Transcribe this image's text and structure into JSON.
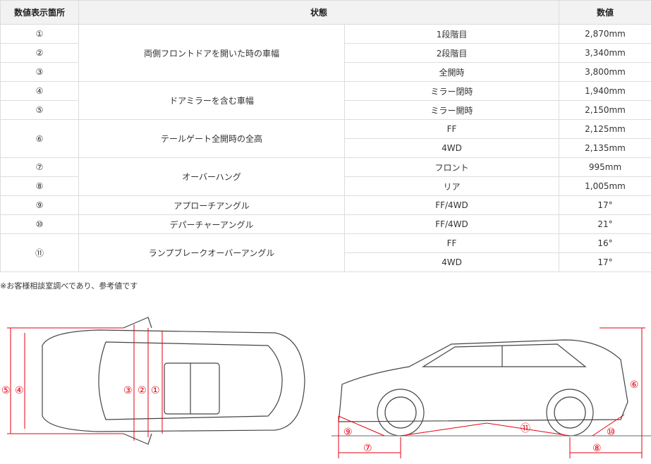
{
  "headers": [
    "数値表示箇所",
    "状態",
    "数値"
  ],
  "rows": [
    {
      "mark": "①",
      "group": "両側フロントドアを開いた時の車幅",
      "cond": "1段階目",
      "value": "2,870mm"
    },
    {
      "mark": "②",
      "cond": "2段階目",
      "value": "3,340mm"
    },
    {
      "mark": "③",
      "cond": "全開時",
      "value": "3,800mm"
    },
    {
      "mark": "④",
      "group": "ドアミラーを含む車幅",
      "cond": "ミラー閉時",
      "value": "1,940mm"
    },
    {
      "mark": "⑤",
      "cond": "ミラー開時",
      "value": "2,150mm"
    },
    {
      "mark": "⑥",
      "group": "テールゲート全開時の全高",
      "cond": "FF",
      "value": "2,125mm"
    },
    {
      "cond": "4WD",
      "value": "2,135mm"
    },
    {
      "mark": "⑦",
      "group": "オーバーハング",
      "cond": "フロント",
      "value": "995mm"
    },
    {
      "mark": "⑧",
      "cond": "リア",
      "value": "1,005mm"
    },
    {
      "mark": "⑨",
      "group": "アプローチアングル",
      "cond": "FF/4WD",
      "value": "17°"
    },
    {
      "mark": "⑩",
      "group": "デパーチャーアングル",
      "cond": "FF/4WD",
      "value": "21°"
    },
    {
      "mark": "⑪",
      "group": "ランプブレークオーバーアングル",
      "cond": "FF",
      "value": "16°"
    },
    {
      "cond": "4WD",
      "value": "17°"
    }
  ],
  "note": "※お客様相談室調べであり、参考値です",
  "diagram": {
    "top": [
      "⑤",
      "④",
      "③",
      "②",
      "①"
    ],
    "side": [
      "⑥",
      "⑦",
      "⑧",
      "⑨",
      "⑩",
      "⑪"
    ]
  },
  "colors": {
    "accent": "#e60012"
  }
}
